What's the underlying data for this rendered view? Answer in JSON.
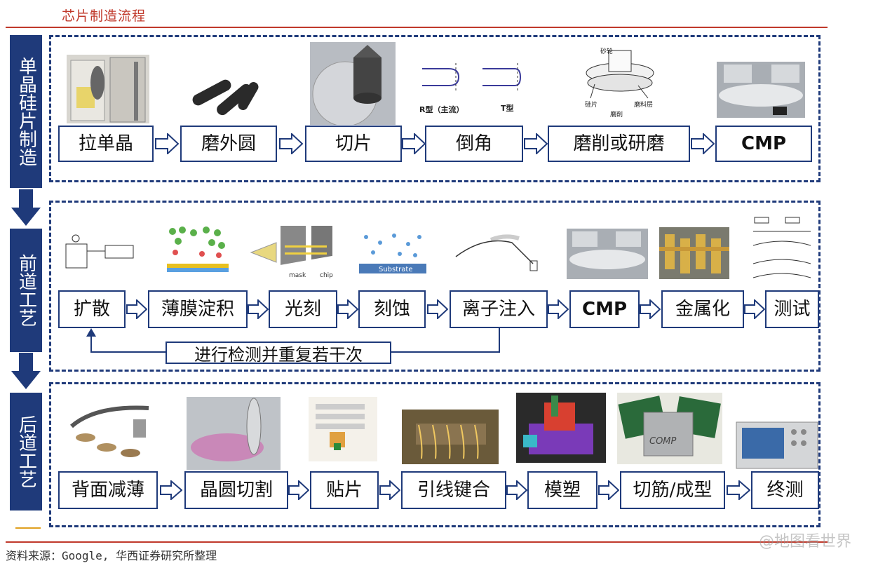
{
  "page": {
    "title": "芯片制造流程",
    "source": "资料来源：Google, 华西证券研究所整理",
    "watermark": "@地图看世界"
  },
  "sections": [
    {
      "label": "单晶硅片制造",
      "steps": [
        "拉单晶",
        "磨外圆",
        "切片",
        "倒角",
        "磨削或研磨",
        "CMP"
      ]
    },
    {
      "label": "前道工艺",
      "steps": [
        "扩散",
        "薄膜淀积",
        "光刻",
        "刻蚀",
        "离子注入",
        "CMP",
        "金属化",
        "测试"
      ],
      "loop_label": "进行检测并重复若干次"
    },
    {
      "label": "后道工艺",
      "steps": [
        "背面减薄",
        "晶圆切割",
        "贴片",
        "引线键合",
        "模塑",
        "切筋/成型",
        "终测"
      ]
    }
  ],
  "image_labels": {
    "chamfer_r": "R型（主流）",
    "chamfer_t": "T型",
    "grind_wheel": "砂轮",
    "grind_wafer": "硅片",
    "grind_label": "磨削",
    "grind_abrasive": "磨料层",
    "litho_mask": "mask",
    "litho_chip": "chip",
    "etch_substrate": "Substrate",
    "package_chip": "COMP"
  },
  "colors": {
    "accent_red": "#c0392b",
    "navy": "#1f3a7a"
  }
}
